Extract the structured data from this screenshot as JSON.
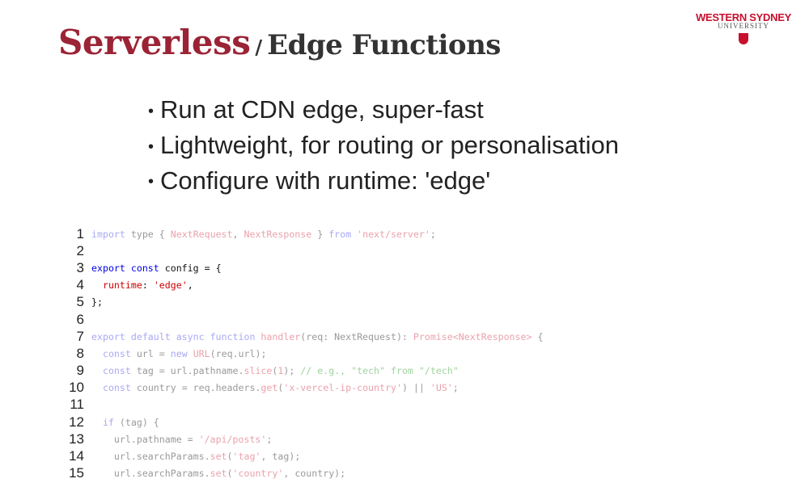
{
  "title": {
    "main": "Serverless",
    "separator": "/",
    "sub": "Edge Functions"
  },
  "logo": {
    "line1": "WESTERN SYDNEY",
    "line2": "UNIVERSITY"
  },
  "bullets": [
    "Run at CDN edge, super-fast",
    "Lightweight, for routing or personalisation",
    "Configure with runtime: 'edge'"
  ],
  "code": [
    {
      "n": "1",
      "tokens": [
        {
          "t": "import",
          "c": "fk"
        },
        {
          "t": " type { ",
          "c": "fp"
        },
        {
          "t": "NextRequest",
          "c": "fs"
        },
        {
          "t": ", ",
          "c": "fp"
        },
        {
          "t": "NextResponse",
          "c": "fs"
        },
        {
          "t": " } ",
          "c": "fp"
        },
        {
          "t": "from",
          "c": "fk"
        },
        {
          "t": " ",
          "c": "fp"
        },
        {
          "t": "'next/server'",
          "c": "fs"
        },
        {
          "t": ";",
          "c": "fp"
        }
      ]
    },
    {
      "n": "2",
      "tokens": []
    },
    {
      "n": "3",
      "tokens": [
        {
          "t": "export const",
          "c": "k"
        },
        {
          "t": " config = {",
          "c": "p"
        }
      ]
    },
    {
      "n": "4",
      "tokens": [
        {
          "t": "  ",
          "c": "p"
        },
        {
          "t": "runtime",
          "c": "r"
        },
        {
          "t": ": ",
          "c": "p"
        },
        {
          "t": "'edge'",
          "c": "r"
        },
        {
          "t": ",",
          "c": "p"
        }
      ]
    },
    {
      "n": "5",
      "tokens": [
        {
          "t": "};",
          "c": "p"
        }
      ]
    },
    {
      "n": "6",
      "tokens": []
    },
    {
      "n": "7",
      "tokens": [
        {
          "t": "export default async function",
          "c": "fk"
        },
        {
          "t": " ",
          "c": "fp"
        },
        {
          "t": "handler",
          "c": "fs"
        },
        {
          "t": "(req: NextRequest): ",
          "c": "fp"
        },
        {
          "t": "Promise<NextResponse>",
          "c": "fs"
        },
        {
          "t": " {",
          "c": "fp"
        }
      ]
    },
    {
      "n": "8",
      "tokens": [
        {
          "t": "  ",
          "c": "fp"
        },
        {
          "t": "const",
          "c": "fk"
        },
        {
          "t": " url = ",
          "c": "fp"
        },
        {
          "t": "new",
          "c": "fk"
        },
        {
          "t": " ",
          "c": "fp"
        },
        {
          "t": "URL",
          "c": "fs"
        },
        {
          "t": "(req.url);",
          "c": "fp"
        }
      ]
    },
    {
      "n": "9",
      "tokens": [
        {
          "t": "  ",
          "c": "fp"
        },
        {
          "t": "const",
          "c": "fk"
        },
        {
          "t": " tag = url.pathname.",
          "c": "fp"
        },
        {
          "t": "slice",
          "c": "fs"
        },
        {
          "t": "(",
          "c": "fp"
        },
        {
          "t": "1",
          "c": "fs"
        },
        {
          "t": "); ",
          "c": "fp"
        },
        {
          "t": "// e.g., \"tech\" from \"/tech\"",
          "c": "fc"
        }
      ]
    },
    {
      "n": "10",
      "tokens": [
        {
          "t": "  ",
          "c": "fp"
        },
        {
          "t": "const",
          "c": "fk"
        },
        {
          "t": " country = req.headers.",
          "c": "fp"
        },
        {
          "t": "get",
          "c": "fs"
        },
        {
          "t": "(",
          "c": "fp"
        },
        {
          "t": "'x-vercel-ip-country'",
          "c": "fs"
        },
        {
          "t": ") || ",
          "c": "fp"
        },
        {
          "t": "'US'",
          "c": "fs"
        },
        {
          "t": ";",
          "c": "fp"
        }
      ]
    },
    {
      "n": "11",
      "tokens": []
    },
    {
      "n": "12",
      "tokens": [
        {
          "t": "  ",
          "c": "fp"
        },
        {
          "t": "if",
          "c": "fk"
        },
        {
          "t": " (tag) {",
          "c": "fp"
        }
      ]
    },
    {
      "n": "13",
      "tokens": [
        {
          "t": "    url.pathname = ",
          "c": "fp"
        },
        {
          "t": "'/api/posts'",
          "c": "fs"
        },
        {
          "t": ";",
          "c": "fp"
        }
      ]
    },
    {
      "n": "14",
      "tokens": [
        {
          "t": "    url.searchParams.",
          "c": "fp"
        },
        {
          "t": "set",
          "c": "fs"
        },
        {
          "t": "(",
          "c": "fp"
        },
        {
          "t": "'tag'",
          "c": "fs"
        },
        {
          "t": ", tag);",
          "c": "fp"
        }
      ]
    },
    {
      "n": "15",
      "tokens": [
        {
          "t": "    url.searchParams.",
          "c": "fp"
        },
        {
          "t": "set",
          "c": "fs"
        },
        {
          "t": "(",
          "c": "fp"
        },
        {
          "t": "'country'",
          "c": "fs"
        },
        {
          "t": ", country);",
          "c": "fp"
        }
      ]
    }
  ]
}
